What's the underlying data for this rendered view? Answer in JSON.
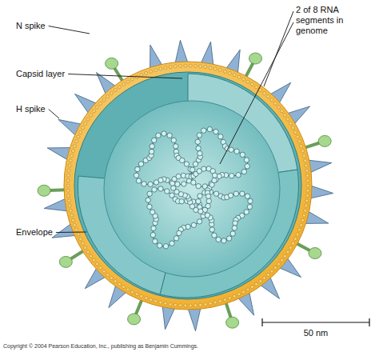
{
  "diagram": {
    "labels": [
      "N spike",
      "Capsid layer",
      "H spike",
      "Envelope",
      "2 of 8 RNA segments in genome",
      "50 nm",
      "Copyright © 2004 Pearson Education, Inc., publishing as Benjamin Cummings."
    ]
  }
}
